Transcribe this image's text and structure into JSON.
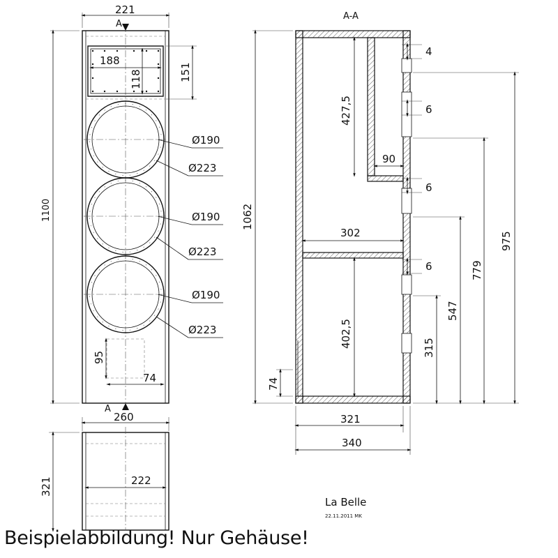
{
  "front_view": {
    "section_marker": "A",
    "width_label": "221",
    "height_label": "1100",
    "panel_width_label": "188",
    "panel_height_label": "118",
    "panel_offset_label": "151",
    "drivers": [
      {
        "inner": "Ø190",
        "outer": "Ø223"
      },
      {
        "inner": "Ø190",
        "outer": "Ø223"
      },
      {
        "inner": "Ø190",
        "outer": "Ø223"
      }
    ],
    "port_height_label": "95",
    "port_width_label": "74"
  },
  "top_view": {
    "width_label": "260",
    "depth_label": "321",
    "inner_width_label": "222"
  },
  "section_view": {
    "title": "A-A",
    "height_label": "1062",
    "upper_chamber_label": "427,5",
    "lower_chamber_label": "402,5",
    "shelf_width_label": "302",
    "inner_panel_label": "90",
    "thickness_labels": [
      "4",
      "6",
      "6",
      "6"
    ],
    "right_heights": [
      "975",
      "779",
      "547",
      "315"
    ],
    "foot_label": "74",
    "depth_inner_label": "321",
    "depth_outer_label": "340"
  },
  "title_block": {
    "name": "La Belle",
    "date": "22.11.2011 MK"
  },
  "caption": "Beispielabbildung! Nur Gehäuse!"
}
